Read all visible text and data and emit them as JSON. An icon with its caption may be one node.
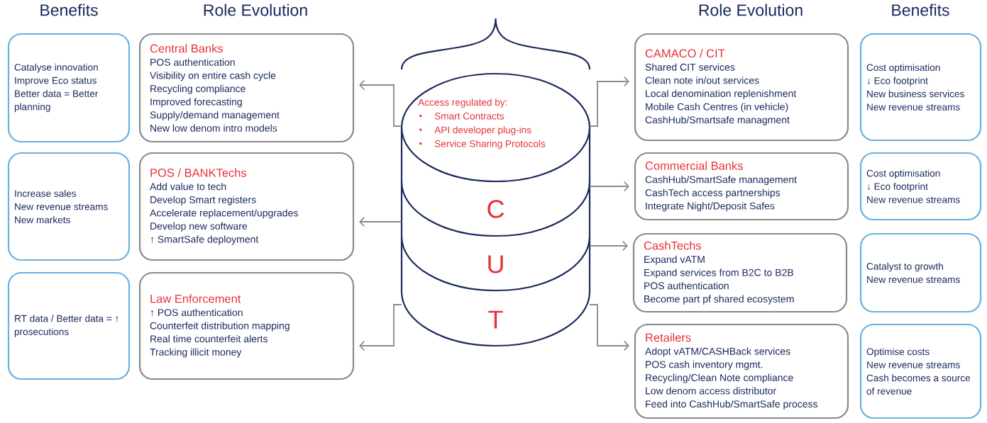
{
  "diagram": {
    "nodes": [
      {
        "text": [
          "Catalyse innovation",
          "Improve Eco status",
          "Better data = Better planning"
        ]
      },
      {
        "text": [
          "Central Banks",
          "POS authentication",
          "Visibility on entire cash cycle",
          "Recycling compliance",
          "Improved forecasting",
          "Supply/demand management",
          "New low denom intro models"
        ]
      },
      {
        "text": [
          "Increase sales",
          "New revenue streams",
          "New markets"
        ]
      },
      {
        "text": [
          "POS / BANKTechs",
          "Add value to tech",
          "Develop Smart registers",
          "Accelerate replacement/upgrades",
          "Develop new software",
          "↑ SmartSafe deployment"
        ]
      },
      {
        "text": [
          "RT data / Better data = ↑ prosecutions"
        ]
      },
      {
        "text": [
          "Law Enforcement",
          "↑ POS authentication",
          "Counterfeit distribution mapping",
          "Real time counterfeit alerts",
          "Tracking illicit money"
        ]
      },
      {
        "text": [
          "Access regulated by:",
          "Smart Contracts",
          "API developer plug-ins",
          "Service Sharing Protocols",
          "C",
          "U",
          "T"
        ]
      },
      {
        "text": [
          "CAMACO / CIT",
          "Shared CIT services",
          "Clean note in/out services",
          "Local denomination replenishment",
          "Mobile Cash Centres (in vehicle)",
          "CashHub/Smartsafe managment"
        ]
      },
      {
        "text": [
          "Cost optimisation",
          "↓ Eco footprint",
          "New business services",
          "New revenue streams"
        ]
      },
      {
        "text": [
          "Commercial Banks",
          "CashHub/SmartSafe management",
          "CashTech access partnerships",
          "Integrate Night/Deposit Safes"
        ]
      },
      {
        "text": [
          "Cost optimisation",
          "↓ Eco footprint",
          "New revenue streams"
        ]
      },
      {
        "text": [
          "CashTechs",
          "Expand vATM",
          "Expand services from B2C to B2B",
          "POS authentication",
          "Become part pf shared ecosystem"
        ]
      },
      {
        "text": [
          "Catalyst to growth",
          "New revenue streams"
        ]
      },
      {
        "text": [
          "Retailers",
          "Adopt vATM/CASHBack services",
          "POS cash inventory mgmt.",
          "Recycling/Clean Note compliance",
          "Low denom access distributor",
          "Feed into CashHub/SmartSafe process"
        ]
      },
      {
        "text": [
          "Optimise costs",
          "New revenue streams",
          "Cash becomes a source of revenue"
        ]
      }
    ],
    "edges": [
      {
        "from": 6,
        "to": 1,
        "arrow": "to"
      },
      {
        "from": 6,
        "to": 3,
        "arrow": "to"
      },
      {
        "from": 6,
        "to": 5,
        "arrow": "to"
      },
      {
        "from": 6,
        "to": 7,
        "arrow": "to"
      },
      {
        "from": 6,
        "to": 9,
        "arrow": "to"
      },
      {
        "from": 6,
        "to": 11,
        "arrow": "to"
      },
      {
        "from": 6,
        "to": 13,
        "arrow": "to"
      }
    ],
    "labels": [
      "Benefits",
      "Role Evolution",
      "Role Evolution",
      "Benefits"
    ]
  }
}
